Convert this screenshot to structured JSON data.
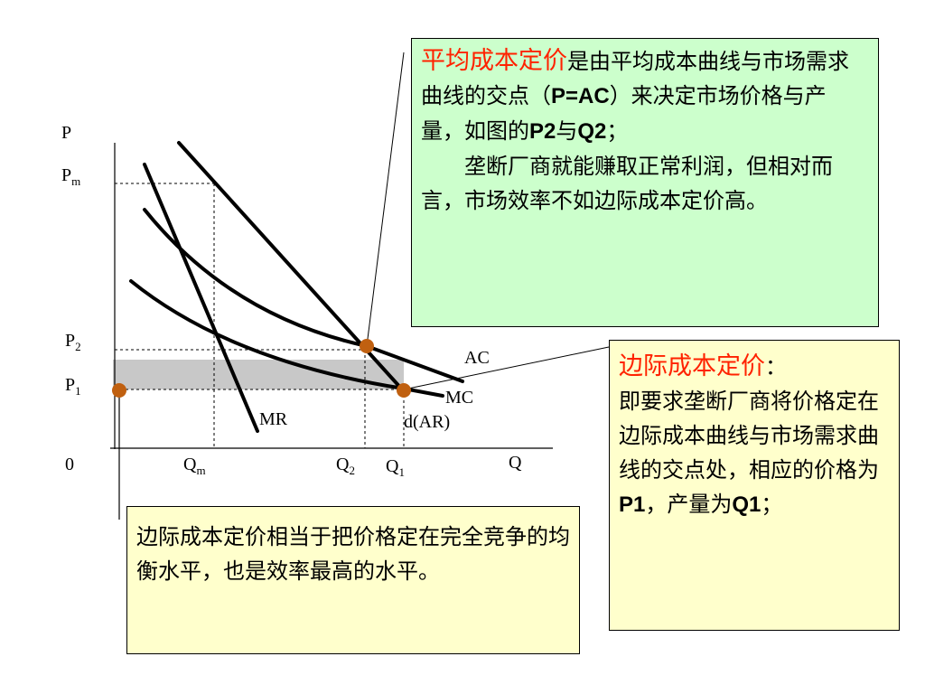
{
  "diagram": {
    "axis_labels": {
      "p": "P",
      "q": "Q",
      "origin": "0"
    },
    "price_labels": {
      "pm": "P",
      "pm_sub": "m",
      "p2": "P",
      "p2_sub": "2",
      "p1": "P",
      "p1_sub": "1"
    },
    "quantity_labels": {
      "qm": "Q",
      "qm_sub": "m",
      "q2": "Q",
      "q2_sub": "2",
      "q1": "Q",
      "q1_sub": "1"
    },
    "curve_labels": {
      "ac": "AC",
      "mc": "MC",
      "mr": "MR",
      "demand": "d(AR)"
    },
    "colors": {
      "shade": "#c8c8c8",
      "point": "#c06010",
      "green_box": "#ccffcc",
      "yellow_box": "#ffffcc",
      "highlight": "#ff2200"
    }
  },
  "avg_cost_box": {
    "title": "平均成本定价",
    "t1": "是由平均成本曲线与市场需求曲线的交点（",
    "t2": "P=AC",
    "t3": "）来决定市场价格与产量，如图的",
    "t4": "P2",
    "t5": "与",
    "t6": "Q2",
    "t7": "；",
    "t8": "垄断厂商就能赚取正常利润，但相对而言，市场效率不如边际成本定价高。"
  },
  "marginal_cost_box": {
    "title": "边际成本定价",
    "colon": "：",
    "t1": "即要求垄断厂商将价格定在边际成本曲线与市场需求曲线的交点处，相应的价格为",
    "t2": "P1",
    "t3": "，产量为",
    "t4": "Q1",
    "t5": "；"
  },
  "efficiency_box": {
    "text": "边际成本定价相当于把价格定在完全竞争的均衡水平，也是效率最高的水平。"
  }
}
